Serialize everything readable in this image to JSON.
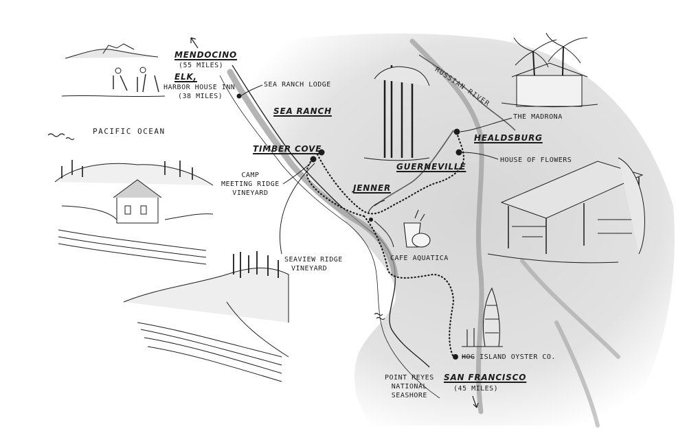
{
  "map": {
    "ocean_label": "PACIFIC OCEAN",
    "river_label": "RUSSIAN RIVER",
    "places": {
      "mendocino": {
        "name": "MENDOCINO",
        "distance": "(55 MILES)"
      },
      "elk": {
        "name": "ELK,",
        "venue": "HARBOR HOUSE INN",
        "distance": "(38 MILES)"
      },
      "sea_ranch_lodge": "SEA RANCH LODGE",
      "sea_ranch": "SEA RANCH",
      "timber_cove": "TIMBER COVE",
      "camp_meeting": [
        "CAMP",
        "MEETING RIDGE",
        "VINEYARD"
      ],
      "sea_view_ridge": [
        "SEAVIEW RIDGE",
        "VINEYARD"
      ],
      "jenner": "JENNER",
      "guerneville": "GUERNEVILLE",
      "cafe_aquatica": "CAFE AQUATICA",
      "healdsburg": "HEALDSBURG",
      "the_madrona": "THE MADRONA",
      "house_of_flowers": "HOUSE OF FLOWERS",
      "hog_island": "HOG ISLAND OYSTER CO.",
      "point_reyes": [
        "POINT REYES",
        "NATIONAL",
        "SEASHORE"
      ],
      "san_francisco": {
        "name": "SAN FRANCISCO",
        "distance": "(45 MILES)"
      }
    },
    "colors": {
      "ink": "#1b1b1b",
      "land": "#dedede",
      "road": "#9b9b9b",
      "paper": "#ffffff"
    },
    "icons": [
      "north-arrow-icon",
      "south-arrow-icon",
      "wave-icon",
      "palm-tree-icon",
      "redwood-icon",
      "boat-icon",
      "cup-icon"
    ]
  }
}
